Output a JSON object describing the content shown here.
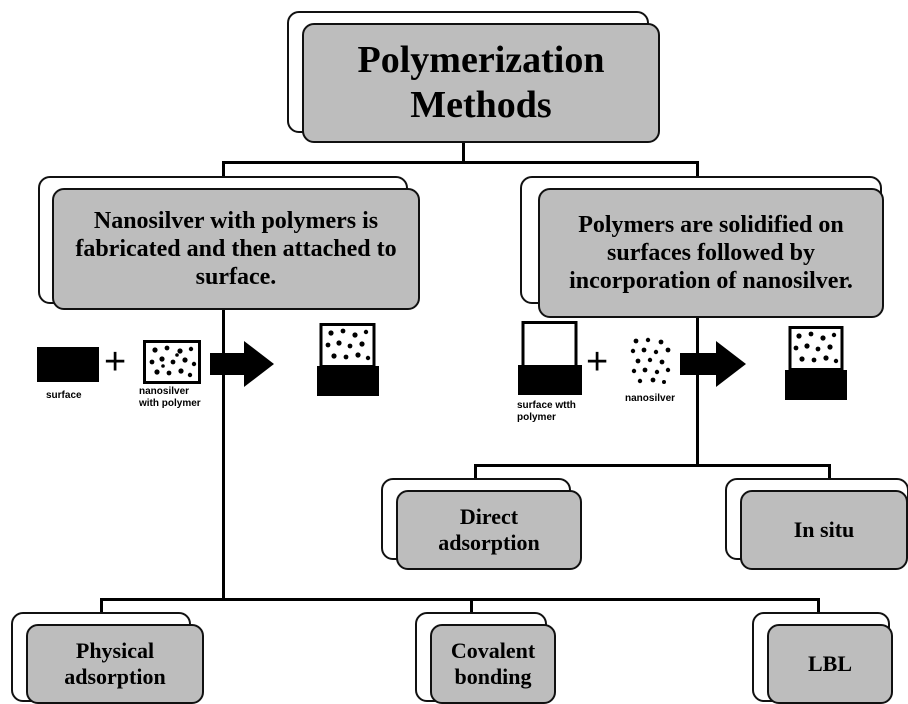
{
  "root": {
    "line1": "Polymerization",
    "line2": "Methods"
  },
  "left_branch": {
    "text": "Nanosilver with polymers is fabricated and then attached to surface."
  },
  "right_branch": {
    "text": "Polymers are solidified on surfaces followed by incorporation of nanosilver."
  },
  "left_schematic": {
    "surface_label": "surface",
    "nanosilver_label_line1": "nanosilver",
    "nanosilver_label_line2": "with polymer",
    "plus": "+"
  },
  "right_schematic": {
    "surface_label_line1": "surface wtth",
    "surface_label_line2": "polymer",
    "nanosilver_label": "nanosilver",
    "plus": "+"
  },
  "right_methods": [
    {
      "line1": "Direct",
      "line2": "adsorption"
    },
    {
      "line1": "In situ",
      "line2": ""
    }
  ],
  "left_methods": [
    {
      "line1": "Physical",
      "line2": "adsorption"
    },
    {
      "line1": "Covalent",
      "line2": "bonding"
    },
    {
      "line1": "LBL",
      "line2": ""
    }
  ],
  "colors": {
    "box_fill": "#bdbdbd",
    "border": "#111111",
    "dark": "#000000"
  }
}
